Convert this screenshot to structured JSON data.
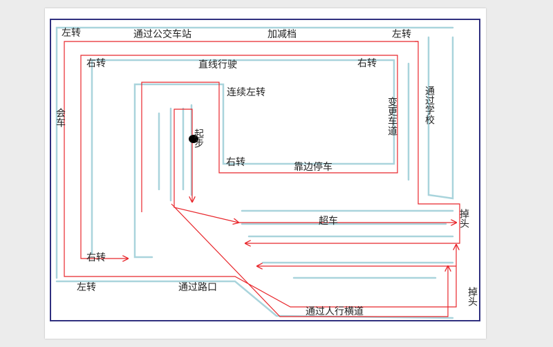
{
  "labels": {
    "left_turn_top_left": "左转",
    "pass_bus_stop": "通过公交车站",
    "add_reduce_gear": "加减档",
    "left_turn_top_right": "左转",
    "right_turn_upper_left": "右转",
    "straight_drive": "直线行驶",
    "right_turn_upper_right": "右转",
    "continuous_left_turn": "连续左转",
    "change_lane": "变更车道",
    "pass_school": "通过学校",
    "meet_car": "会车",
    "start": "起步",
    "right_turn_inner": "右转",
    "pull_over": "靠边停车",
    "u_turn_upper": "掉头",
    "overtake": "超车",
    "right_turn_lower_left": "右转",
    "left_turn_bottom_left": "左转",
    "pass_intersection": "通过路口",
    "u_turn_lower": "掉头",
    "pass_crosswalk": "通过人行横道"
  },
  "colors": {
    "route": "#e8262b",
    "road": "#a9d4dc",
    "frame": "#2f2f7f",
    "start_marker": "#000000"
  }
}
